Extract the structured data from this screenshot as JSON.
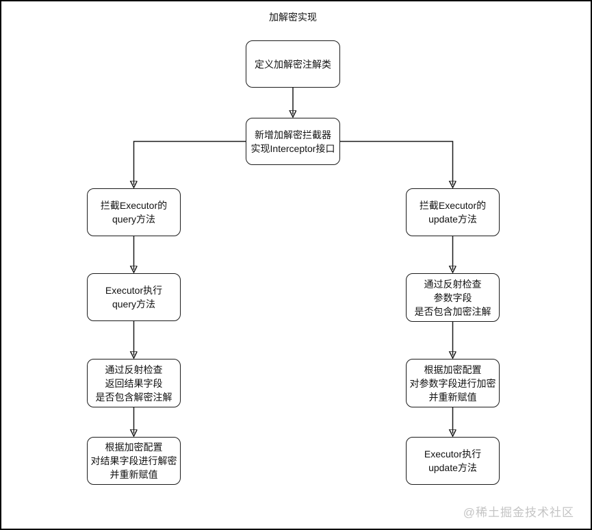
{
  "diagram": {
    "title": "加解密实现",
    "watermark": "@稀土掘金技术社区",
    "colors": {
      "background": "#ffffff",
      "node_border": "#1a1a1a",
      "connector": "#1a1a1a",
      "text": "#111111",
      "watermark_text": "#c4c4c4",
      "outer_border": "#000000"
    },
    "nodes": {
      "define_annotation": {
        "label": "定义加解密注解类"
      },
      "add_interceptor": {
        "label": "新增加解密拦截器\n实现Interceptor接口"
      },
      "intercept_query": {
        "label": "拦截Executor的\nquery方法"
      },
      "execute_query": {
        "label": "Executor执行\nquery方法"
      },
      "check_decrypt_annotation": {
        "label": "通过反射检查\n返回结果字段\n是否包含解密注解"
      },
      "decrypt_result": {
        "label": "根据加密配置\n对结果字段进行解密\n并重新赋值"
      },
      "intercept_update": {
        "label": "拦截Executor的\nupdate方法"
      },
      "check_encrypt_annotation": {
        "label": "通过反射检查\n参数字段\n是否包含加密注解"
      },
      "encrypt_param": {
        "label": "根据加密配置\n对参数字段进行加密\n并重新赋值"
      },
      "execute_update": {
        "label": "Executor执行\nupdate方法"
      }
    },
    "edges": [
      "define_annotation -> add_interceptor",
      "add_interceptor -> intercept_query",
      "add_interceptor -> intercept_update",
      "intercept_query -> execute_query",
      "execute_query -> check_decrypt_annotation",
      "check_decrypt_annotation -> decrypt_result",
      "intercept_update -> check_encrypt_annotation",
      "check_encrypt_annotation -> encrypt_param",
      "encrypt_param -> execute_update"
    ]
  }
}
